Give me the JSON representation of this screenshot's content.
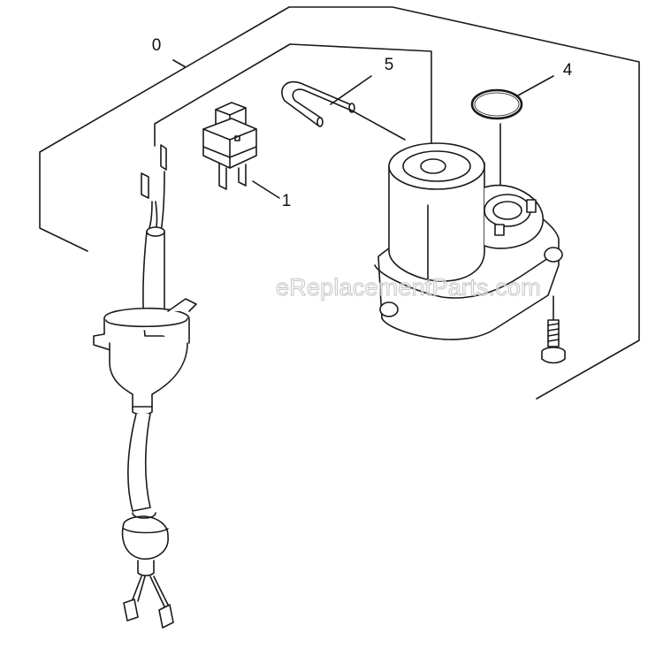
{
  "diagram": {
    "callouts": {
      "assembly": "0",
      "switch": "1",
      "o_ring": "4",
      "hose": "5"
    },
    "watermark": "eReplacementParts.com",
    "line_color": "#1a1a1a",
    "background": "#ffffff"
  }
}
